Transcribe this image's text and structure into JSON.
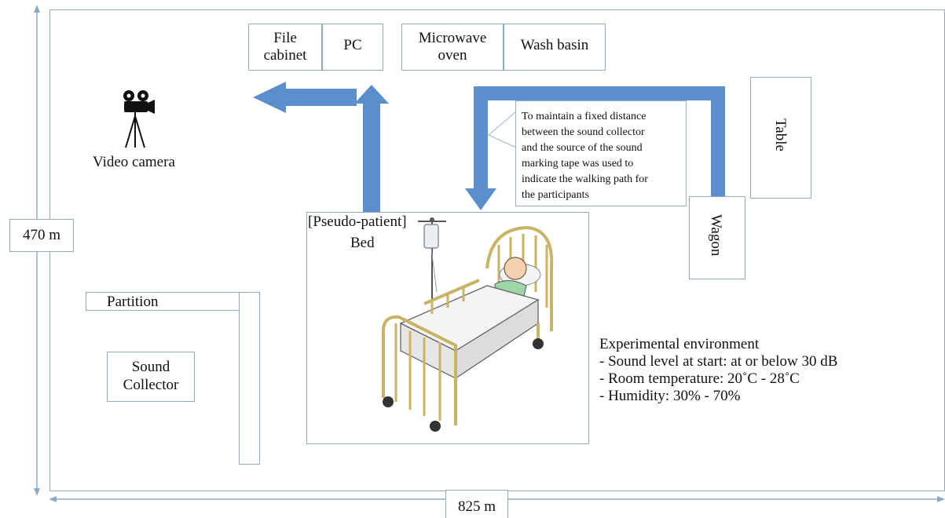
{
  "dimensions": {
    "height_label": "470 m",
    "width_label": "825 m"
  },
  "furniture": {
    "file_cabinet_line1": "File",
    "file_cabinet_line2": "cabinet",
    "pc": "PC",
    "microwave_line1": "Microwave",
    "microwave_line2": "oven",
    "wash_basin": "Wash basin",
    "table": "Table",
    "wagon": "Wagon",
    "partition": "Partition",
    "sound_collector_line1": "Sound",
    "sound_collector_line2": "Collector",
    "video_camera": "Video camera",
    "bed_line1": "[Pseudo-patient]",
    "bed_line2": "Bed"
  },
  "note": {
    "lines": [
      "To maintain a fixed distance",
      "between the sound collector",
      "and the source of the sound",
      "marking tape was used to",
      "indicate the walking path for",
      "the participants"
    ]
  },
  "environment": {
    "title": "Experimental environment",
    "items": [
      "- Sound level at start: at or below 30 dB",
      "- Room temperature: 20˚C - 28˚C",
      "- Humidity: 30% - 70%"
    ]
  },
  "colors": {
    "arrow": "#5b8fcb",
    "box_border": "#8fa8c8"
  }
}
